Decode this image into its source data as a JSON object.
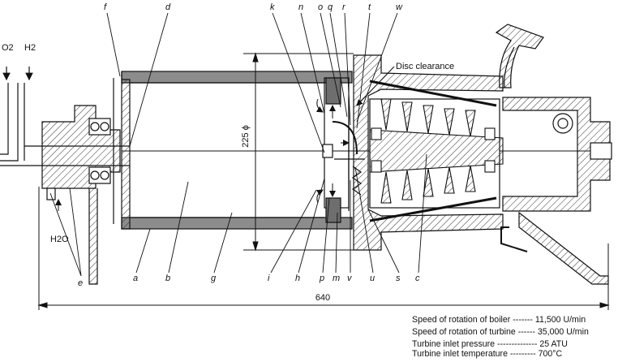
{
  "labels": {
    "top": [
      "f",
      "d",
      "k",
      "n",
      "o",
      "q",
      "r",
      "t",
      "w"
    ],
    "bottom": [
      "e",
      "a",
      "b",
      "g",
      "i",
      "h",
      "p",
      "m",
      "v",
      "u",
      "s",
      "c"
    ]
  },
  "gases": {
    "oxygen": "O2",
    "hydrogen": "H2",
    "water": "H2O"
  },
  "annotations": {
    "disc_clearance": "Disc clearance",
    "diameter": "225 ϕ",
    "overall_length": "640"
  },
  "specs": [
    "Speed of rotation of boiler ------- 11,500 U/min",
    "Speed of rotation of turbine ------ 35,000 U/min",
    "Turbine inlet pressure -------------- 25 ATU",
    "Turbine inlet temperature --------- 700°C"
  ],
  "colors": {
    "line": "#111111",
    "shade_gray": "#8c8c8c",
    "hatch": "#333333",
    "dark_block": "#6e6e6e"
  }
}
